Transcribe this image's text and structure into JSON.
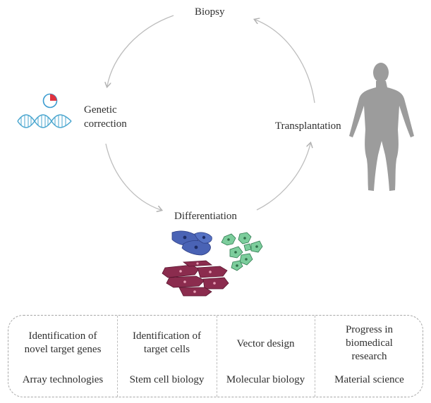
{
  "stages": {
    "biopsy": "Biopsy",
    "genetic_correction": "Genetic\ncorrection",
    "differentiation": "Differentiation",
    "transplantation": "Transplantation"
  },
  "panel": {
    "columns": [
      {
        "top": "Identification of\nnovel target genes",
        "bottom": "Array technologies"
      },
      {
        "top": "Identification of\ntarget cells",
        "bottom": "Stem cell biology"
      },
      {
        "top": "Vector design",
        "bottom": "Molecular biology"
      },
      {
        "top": "Progress in\nbiomedical\nresearch",
        "bottom": "Material science"
      }
    ]
  },
  "colors": {
    "arrow": "#b5b5b5",
    "dna": "#4aa6cf",
    "plasmid_ring": "#3a9bd0",
    "plasmid_insert": "#e0323f",
    "human": "#9c9c9c",
    "blue_cells": "#4a63b5",
    "green_cells": "#7ccd9c",
    "red_cells": "#8b2c4e"
  }
}
